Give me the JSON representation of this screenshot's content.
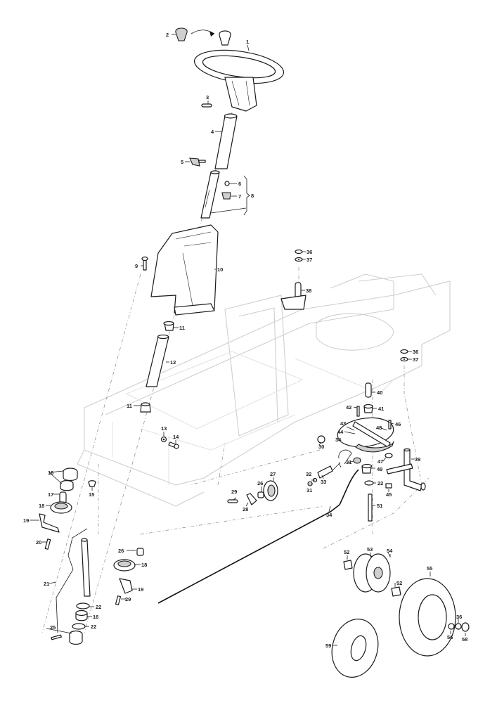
{
  "diagram": {
    "title": "Steering column and front axle exploded parts diagram",
    "type": "exploded-parts-view",
    "callouts": [
      {
        "id": "c1",
        "label": "1",
        "part": "steering wheel"
      },
      {
        "id": "c2",
        "label": "2",
        "part": "steering knob"
      },
      {
        "id": "c3",
        "label": "3",
        "part": "pin"
      },
      {
        "id": "c4",
        "label": "4",
        "part": "upper steering shaft"
      },
      {
        "id": "c5",
        "label": "5",
        "part": "wing bolt"
      },
      {
        "id": "c6",
        "label": "6",
        "part": "nut"
      },
      {
        "id": "c7",
        "label": "7",
        "part": "cap nut"
      },
      {
        "id": "c8",
        "label": "8",
        "part": "lower shaft kit"
      },
      {
        "id": "c9",
        "label": "9",
        "part": "bolt"
      },
      {
        "id": "c10",
        "label": "10",
        "part": "dashboard cover"
      },
      {
        "id": "c11a",
        "label": "11",
        "part": "bushing upper"
      },
      {
        "id": "c12",
        "label": "12",
        "part": "spacer tube"
      },
      {
        "id": "c11b",
        "label": "11",
        "part": "bushing lower"
      },
      {
        "id": "c13",
        "label": "13",
        "part": "washer"
      },
      {
        "id": "c14",
        "label": "14",
        "part": "bolt"
      },
      {
        "id": "c15a",
        "label": "15",
        "part": "cap"
      },
      {
        "id": "c16a",
        "label": "16",
        "part": "bushing pair"
      },
      {
        "id": "c17",
        "label": "17",
        "part": "spacer"
      },
      {
        "id": "c18a",
        "label": "18",
        "part": "pulley"
      },
      {
        "id": "c19a",
        "label": "19",
        "part": "bracket"
      },
      {
        "id": "c20",
        "label": "20",
        "part": "bolt"
      },
      {
        "id": "c21",
        "label": "21",
        "part": "steering shaft"
      },
      {
        "id": "c22a",
        "label": "22",
        "part": "washer"
      },
      {
        "id": "c16b",
        "label": "16",
        "part": "bushing"
      },
      {
        "id": "c22b",
        "label": "22",
        "part": "washer"
      },
      {
        "id": "c25",
        "label": "25",
        "part": "pin"
      },
      {
        "id": "c26a",
        "label": "26",
        "part": "spacer"
      },
      {
        "id": "c18b",
        "label": "18",
        "part": "pulley"
      },
      {
        "id": "c19b",
        "label": "19",
        "part": "bracket"
      },
      {
        "id": "c29a",
        "label": "29",
        "part": "bolt"
      },
      {
        "id": "c26b",
        "label": "26",
        "part": "spacer"
      },
      {
        "id": "c27",
        "label": "27",
        "part": "pulley"
      },
      {
        "id": "c28",
        "label": "28",
        "part": "bracket"
      },
      {
        "id": "c29b",
        "label": "29",
        "part": "bolt"
      },
      {
        "id": "c30",
        "label": "30",
        "part": "cap"
      },
      {
        "id": "c31a",
        "label": "31",
        "part": "nut"
      },
      {
        "id": "c31b",
        "label": "31",
        "part": "nut"
      },
      {
        "id": "c32",
        "label": "32",
        "part": "washer"
      },
      {
        "id": "c33",
        "label": "33",
        "part": "spring"
      },
      {
        "id": "c34a",
        "label": "34",
        "part": "cable upper"
      },
      {
        "id": "c34b",
        "label": "34",
        "part": "cable"
      },
      {
        "id": "c36a",
        "label": "36",
        "part": "circlip"
      },
      {
        "id": "c37a",
        "label": "37",
        "part": "washer"
      },
      {
        "id": "c38",
        "label": "38",
        "part": "pivot pin"
      },
      {
        "id": "c36b",
        "label": "36",
        "part": "circlip"
      },
      {
        "id": "c37b",
        "label": "37",
        "part": "washer"
      },
      {
        "id": "c39",
        "label": "39",
        "part": "stub axle"
      },
      {
        "id": "c40",
        "label": "40",
        "part": "pin"
      },
      {
        "id": "c41",
        "label": "41",
        "part": "bushing"
      },
      {
        "id": "c42",
        "label": "42",
        "part": "bolt"
      },
      {
        "id": "c43",
        "label": "43",
        "part": "steering plate"
      },
      {
        "id": "c44",
        "label": "44",
        "part": "washer"
      },
      {
        "id": "c45",
        "label": "45",
        "part": "nut"
      },
      {
        "id": "c46",
        "label": "46",
        "part": "bolt"
      },
      {
        "id": "c47",
        "label": "47",
        "part": "washer"
      },
      {
        "id": "c48",
        "label": "48",
        "part": "tie rod"
      },
      {
        "id": "c49",
        "label": "49",
        "part": "bushing"
      },
      {
        "id": "c22c",
        "label": "22",
        "part": "washer"
      },
      {
        "id": "c51",
        "label": "51",
        "part": "bolt"
      },
      {
        "id": "c52a",
        "label": "52",
        "part": "bearing"
      },
      {
        "id": "c53",
        "label": "53",
        "part": "rim"
      },
      {
        "id": "c54",
        "label": "54",
        "part": "valve"
      },
      {
        "id": "c52b",
        "label": "52",
        "part": "bearing"
      },
      {
        "id": "c55",
        "label": "55",
        "part": "tyre"
      },
      {
        "id": "c36c",
        "label": "36",
        "part": "circlip"
      },
      {
        "id": "c56",
        "label": "56",
        "part": "washer"
      },
      {
        "id": "c58",
        "label": "58",
        "part": "hub cap"
      },
      {
        "id": "c59",
        "label": "59",
        "part": "inner tube"
      }
    ]
  },
  "colors": {
    "ink": "#1a1a1a",
    "frame_ghost": "#cfcfcf",
    "leader_dash": "#8a8a8a",
    "part_shade": "#cfcfcf",
    "background": "#ffffff"
  }
}
